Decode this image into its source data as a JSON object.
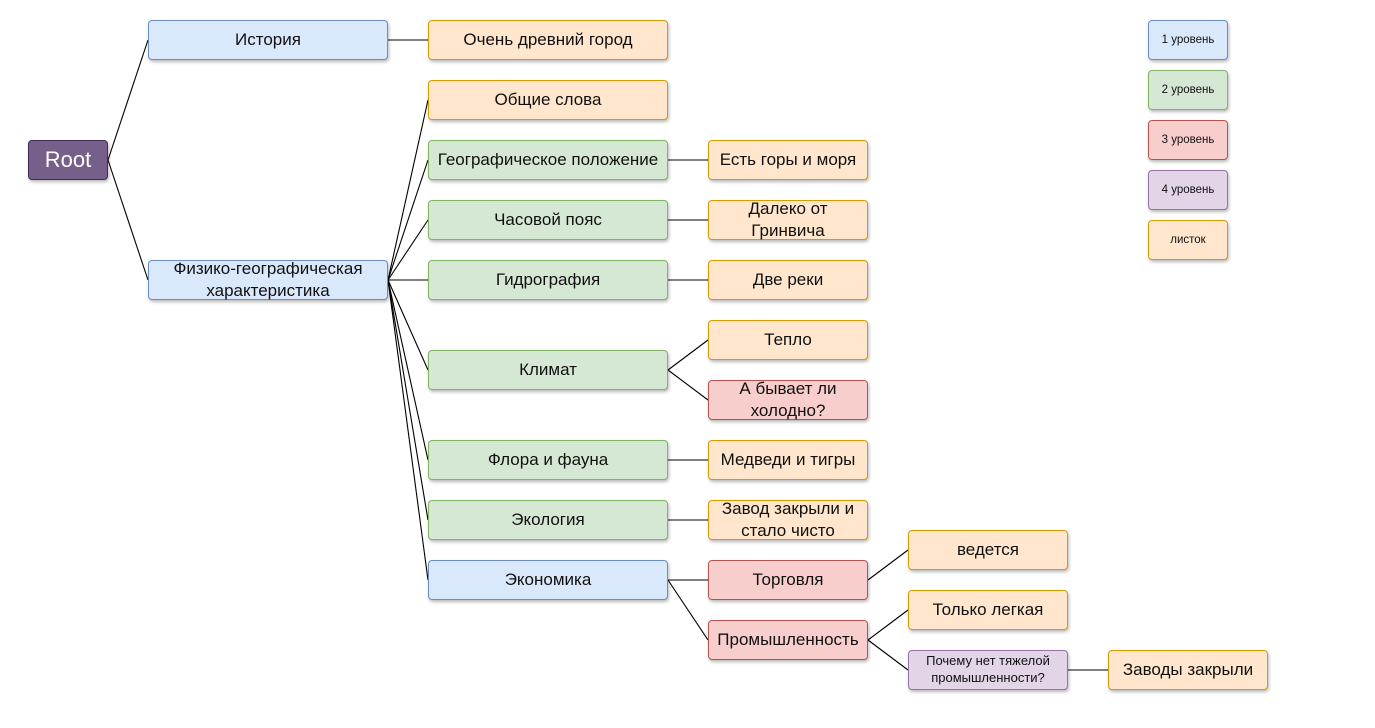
{
  "colors": {
    "root": {
      "fill": "#76608a",
      "stroke": "#432d57"
    },
    "level1": {
      "fill": "#dae8fc",
      "stroke": "#6c8ebf"
    },
    "level2": {
      "fill": "#d5e8d4",
      "stroke": "#82b366"
    },
    "level3": {
      "fill": "#f8cecc",
      "stroke": "#b85450"
    },
    "level4": {
      "fill": "#e1d5e7",
      "stroke": "#9673a6"
    },
    "leaf": {
      "fill": "#ffe6cc",
      "stroke": "#d79b00"
    }
  },
  "root": {
    "label": "Root"
  },
  "nodes": {
    "history": "История",
    "very_old_city": "Очень древний город",
    "physgeo": "Физико-географическая характеристика",
    "general_words": "Общие слова",
    "geo_position": "Географическое положение",
    "mountains_seas": "Есть горы и моря",
    "timezone": "Часовой пояс",
    "far_greenwich": "Далеко от Гринвича",
    "hydrography": "Гидрография",
    "two_rivers": "Две реки",
    "climate": "Климат",
    "warm": "Тепло",
    "is_it_cold": "А бывает ли холодно?",
    "flora_fauna": "Флора и фауна",
    "bears_tigers": "Медведи и тигры",
    "ecology": "Экология",
    "plant_closed": "Завод закрыли и стало чисто",
    "economy": "Экономика",
    "trade": "Торговля",
    "conducted": "ведется",
    "industry": "Промышленность",
    "only_light": "Только легкая",
    "why_no_heavy": "Почему нет тяжелой промышленности?",
    "plants_closed": "Заводы закрыли"
  },
  "legend": {
    "level1": "1 уровень",
    "level2": "2 уровень",
    "level3": "3 уровень",
    "level4": "4 уровень",
    "leaf": "листок"
  }
}
